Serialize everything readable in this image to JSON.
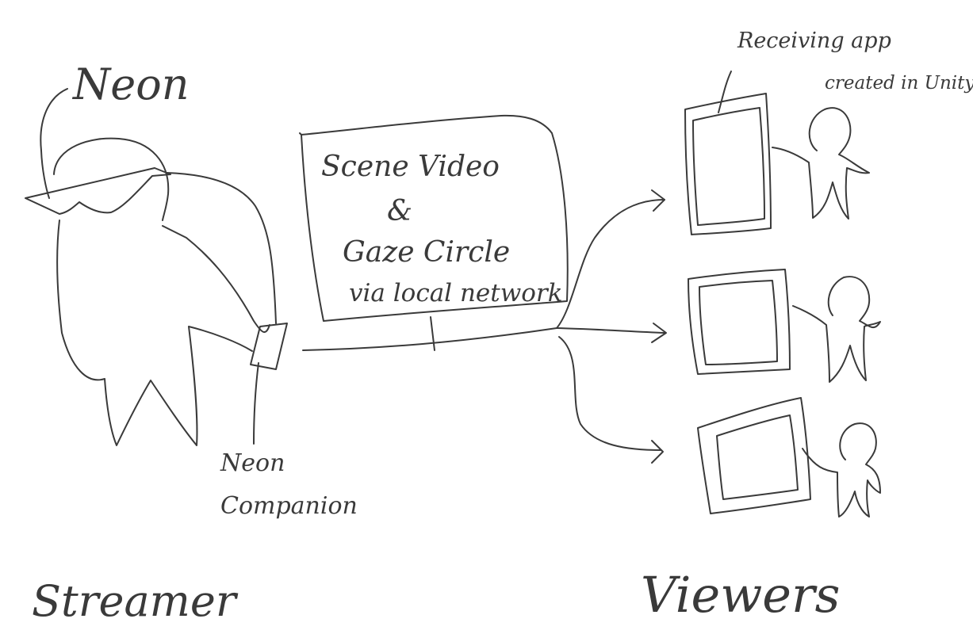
{
  "labels": {
    "neon": "Neon",
    "neon_companion_line1": "Neon",
    "neon_companion_line2": "Companion",
    "streamer": "Streamer",
    "viewers": "Viewers",
    "stream_box_line1": "Scene Video",
    "stream_box_line2": "&",
    "stream_box_line3": "Gaze Circle",
    "stream_box_line4": "via local network",
    "receiving_app_line1": "Receiving app",
    "receiving_app_line2": "created in Unity"
  },
  "colors": {
    "ink": "#3a3a3a",
    "background": "#ffffff"
  }
}
